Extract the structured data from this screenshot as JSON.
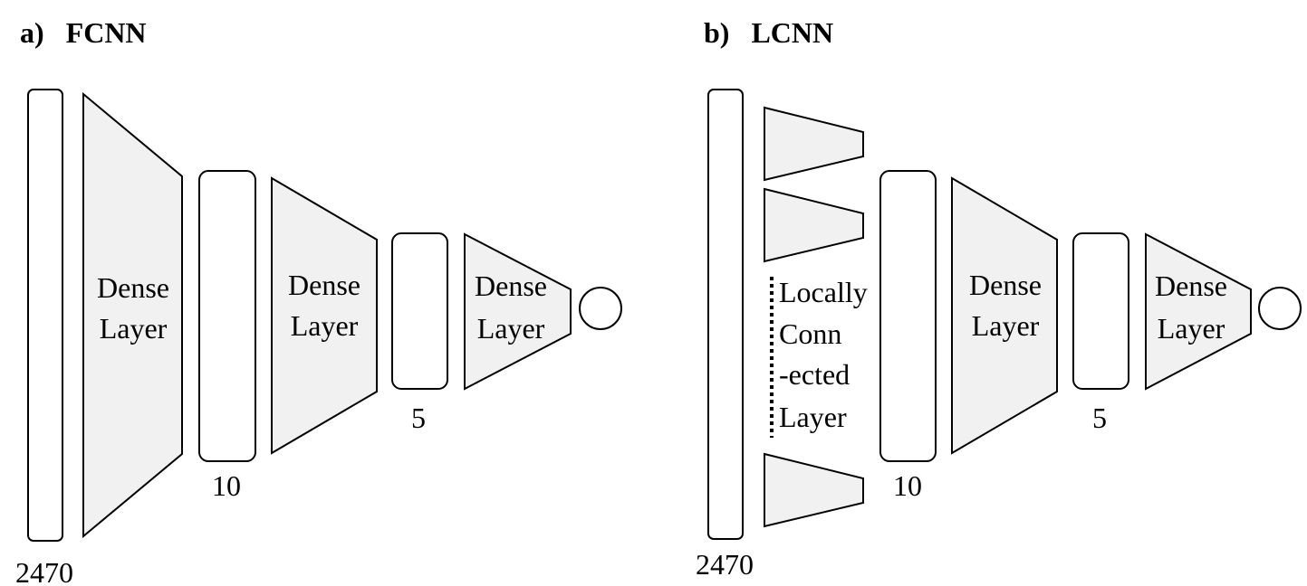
{
  "panel_a": {
    "title": "a)   FCNN",
    "input_size": "2470",
    "dense1": [
      "Dense",
      "Layer"
    ],
    "hidden1_size": "10",
    "dense2": [
      "Dense",
      "Layer"
    ],
    "hidden2_size": "5",
    "dense3": [
      "Dense",
      "Layer"
    ]
  },
  "panel_b": {
    "title": "b)   LCNN",
    "input_size": "2470",
    "local": [
      "Locally",
      "Conn",
      "-ected",
      "Layer"
    ],
    "hidden1_size": "10",
    "dense2": [
      "Dense",
      "Layer"
    ],
    "hidden2_size": "5",
    "dense3": [
      "Dense",
      "Layer"
    ]
  },
  "colors": {
    "layer_fill": "#f1f1f1",
    "stroke": "#000000",
    "background": "#ffffff"
  }
}
